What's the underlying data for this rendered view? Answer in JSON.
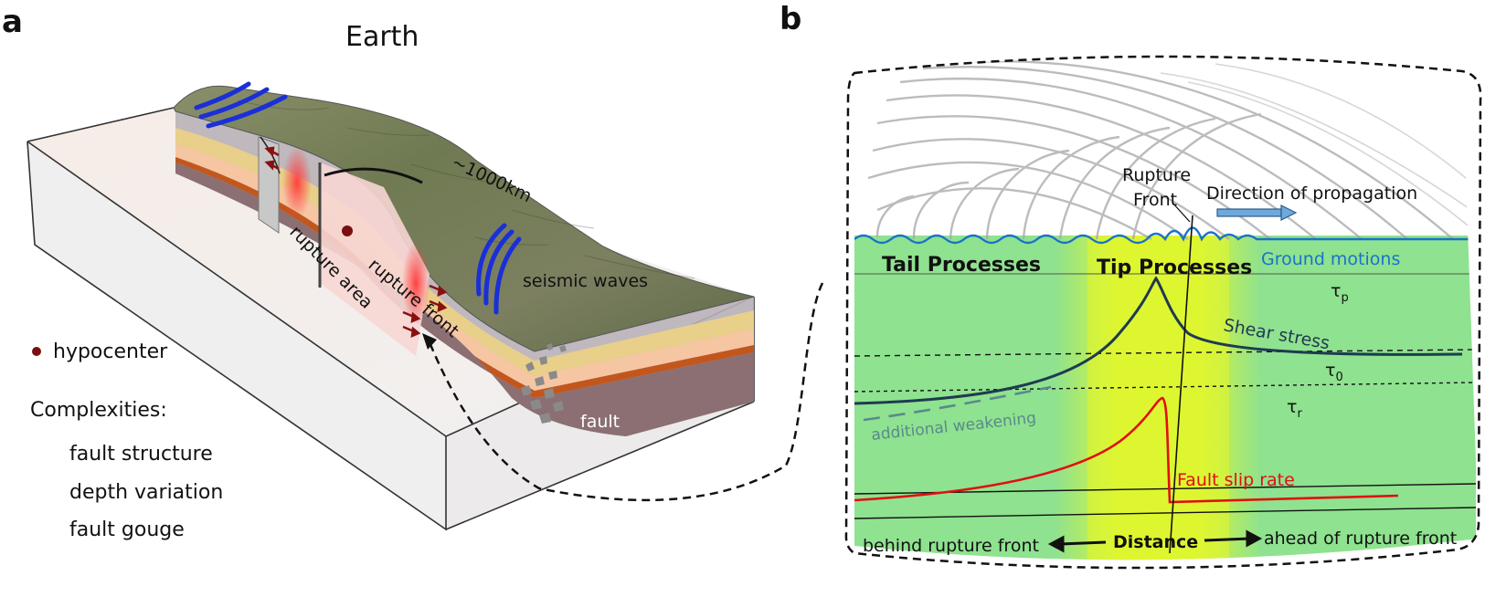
{
  "panel_a": {
    "label": "a",
    "title": "Earth",
    "distance_label": "~1000km",
    "rupture_area_label": "rupture area",
    "rupture_front_label": "rupture front",
    "seismic_waves_label": "seismic waves",
    "fault_label": "fault",
    "legend": {
      "hypocenter": "hypocenter",
      "complexities_title": "Complexities:",
      "complexities": [
        "fault structure",
        "depth variation",
        "fault gouge"
      ]
    },
    "colors": {
      "hypocenter": "#7a0f0f",
      "waves": "#1a2fd8",
      "rupture": "#ff5050",
      "sediment": "#e8cf8a",
      "clay": "#f6c6a3",
      "rust": "#c2571e",
      "bedrock": "#8b6f72",
      "terrain": "#6f7a52"
    }
  },
  "panel_b": {
    "label": "b",
    "rupture_front_label": [
      "Rupture",
      "Front"
    ],
    "direction_label": "Direction of propagation",
    "ground_motions_label": "Ground motions",
    "tail_label": "Tail Processes",
    "tip_label": "Tip Processes",
    "tau_p": "τ",
    "tau_p_sub": "p",
    "tau_0": "τ",
    "tau_0_sub": "0",
    "tau_r": "τ",
    "tau_r_sub": "r",
    "shear_stress_label": "Shear stress",
    "weakening_label": "additional weakening",
    "slip_rate_label": "Fault slip rate",
    "axis": {
      "left": "behind rupture front",
      "center": "Distance",
      "right": "ahead of rupture front"
    },
    "colors": {
      "green_zone": "#8fe28f",
      "tip_zone": "#e4f72a",
      "shear_curve": "#1f3a52",
      "slip_curve": "#e01010",
      "ground_motion": "#1a73c9",
      "weakening": "#5a8a8a",
      "wavefronts": "#9a9a9a"
    }
  }
}
